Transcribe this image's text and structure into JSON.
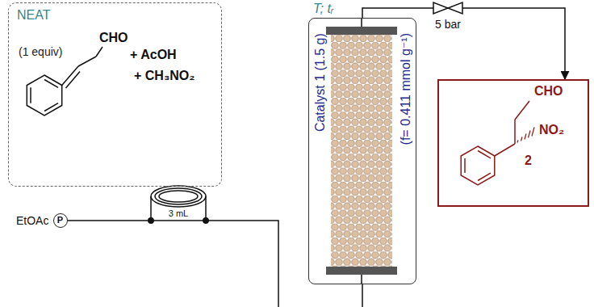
{
  "diagram": {
    "nodes": [
      {
        "text": [
          "NEAT",
          "(1 equiv)",
          "CHO",
          "+ AcOH",
          "+ CH₃NO₂"
        ]
      },
      {
        "text": [
          "P"
        ]
      },
      {
        "text": [
          "Catalyst 1 (1.5 g)",
          "(f= 0.411 mmol g⁻¹)"
        ]
      },
      {
        "text": [
          "CHO",
          "NO₂",
          "2"
        ]
      }
    ],
    "edges": [
      {
        "from": 1,
        "to": 2,
        "arrow": "none"
      },
      {
        "from": 2,
        "to": 3,
        "arrow": "to"
      }
    ],
    "labels": [
      "EtOAc",
      "3 mL",
      "T; tᵣ",
      "5 bar"
    ]
  }
}
